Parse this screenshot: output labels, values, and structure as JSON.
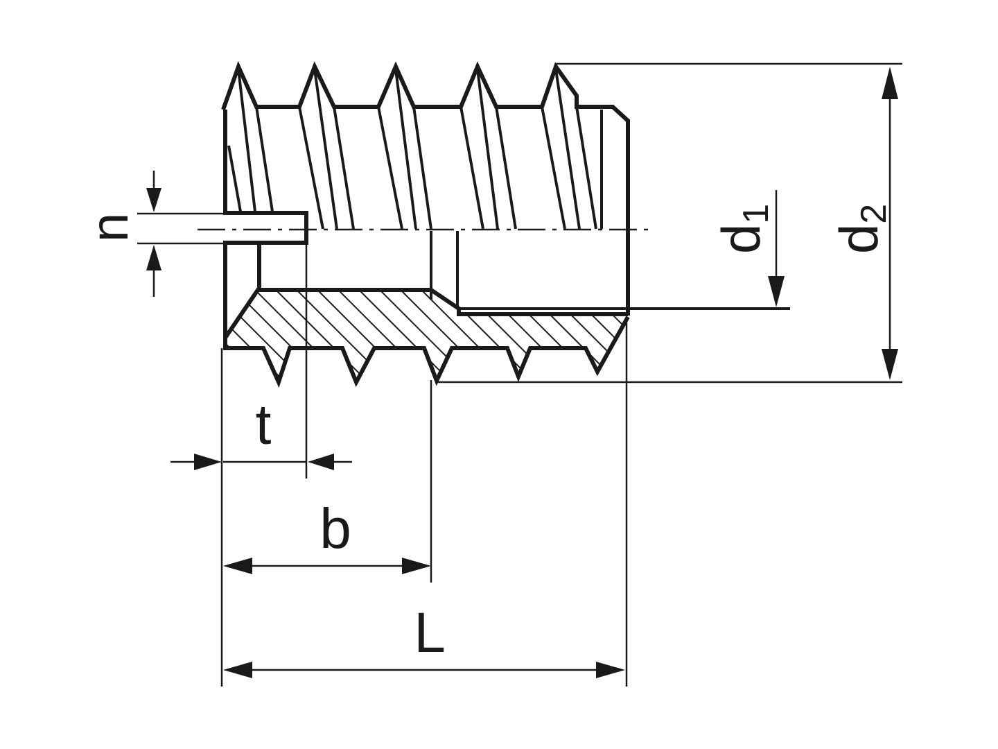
{
  "labels": {
    "n": "n",
    "t": "t",
    "b": "b",
    "L": "L",
    "d1_base": "d",
    "d1_sub": "1",
    "d2_base": "d",
    "d2_sub": "2"
  },
  "colors": {
    "line": "#1a1a1a",
    "background": "#ffffff"
  }
}
